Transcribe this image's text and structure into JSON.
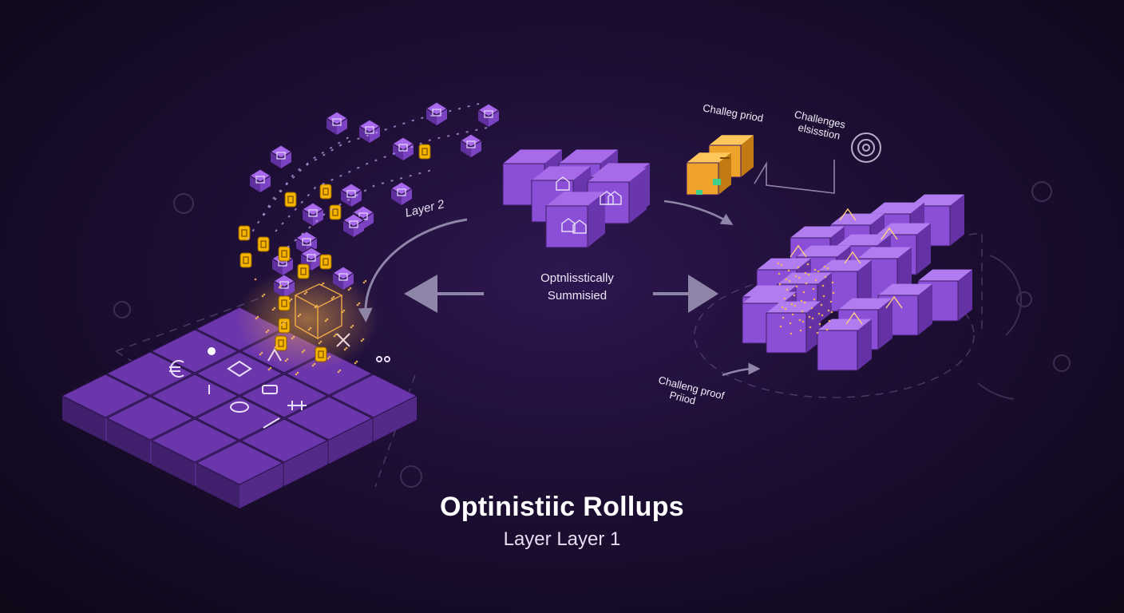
{
  "title": "Optinistiic Rollups",
  "subtitle": "Layer  Layer 1",
  "labels": {
    "layer2": "Layer 2",
    "center_line1": "Optnlisstically",
    "center_line2": "Summisied",
    "challenge_period_top": "Challeg priod",
    "challenge_submission_line1": "Challenges",
    "challenge_submission_line2": "elsisstion",
    "challenge_proof_line1": "Challeng proof",
    "challenge_proof_line2": "Priiod"
  },
  "colors": {
    "background": "#1d0e33",
    "cube_purple": "#8a4fd6",
    "cube_orange": "#f0a32a",
    "token_gold": "#f5b400",
    "arrow": "#8f85a8",
    "text": "#ffffff"
  },
  "icons": {
    "return_arrow": "curved-arrow-icon",
    "left_arrow": "arrow-left-icon",
    "right_arrow": "arrow-right-icon",
    "target": "target-icon"
  }
}
